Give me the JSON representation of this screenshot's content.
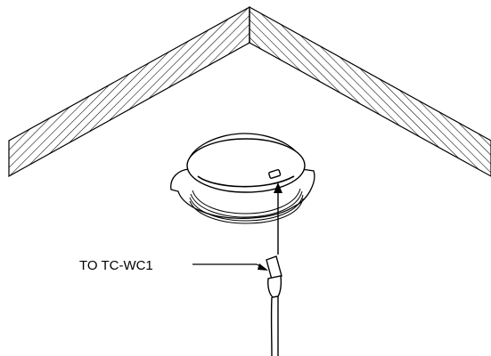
{
  "callout": {
    "label": "TO TC-WC1"
  },
  "icons": {
    "ceiling": "ceiling-corner-hatched",
    "device": "ceiling-mount-sensor",
    "cable": "connector-cable"
  },
  "colors": {
    "line": "#000000",
    "background": "#ffffff"
  }
}
